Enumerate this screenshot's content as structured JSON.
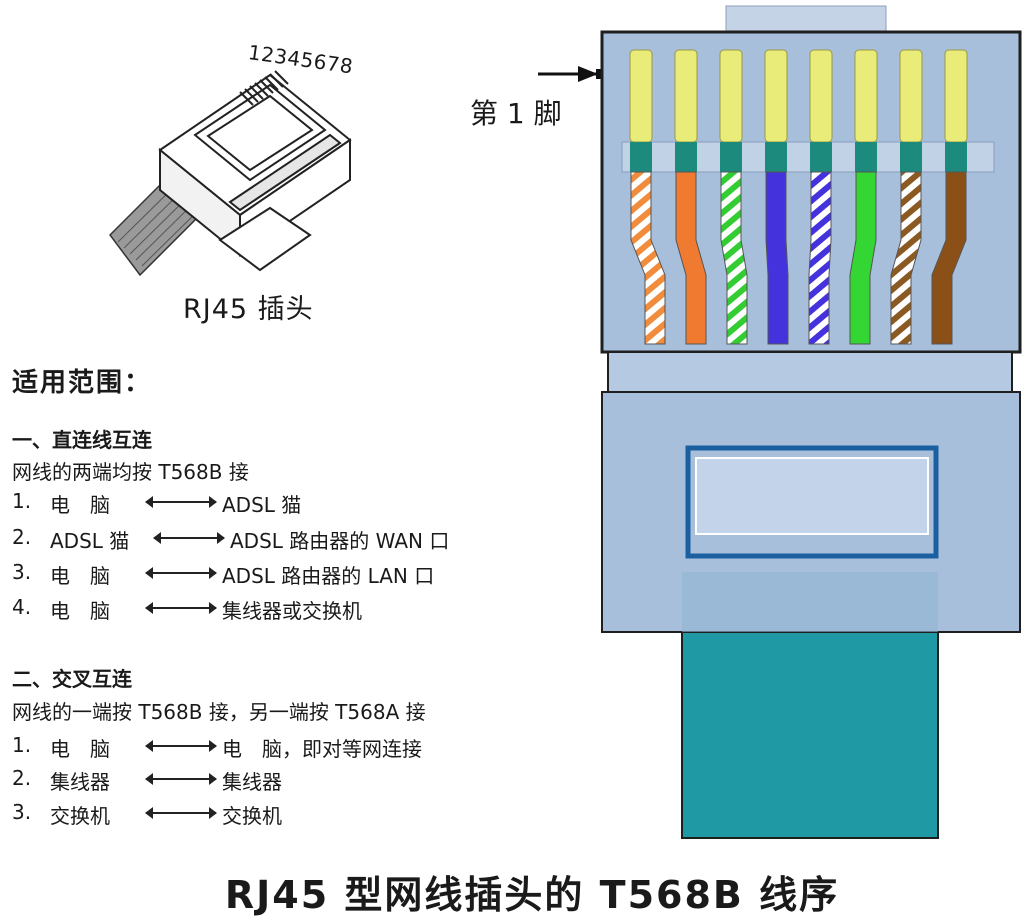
{
  "plug": {
    "pin_numbers": "12345678",
    "caption": "RJ45 插头"
  },
  "scope": {
    "heading": "适用范围：",
    "straight": {
      "title": "一、直连线互连",
      "desc": "网线的两端均按 T568B 接",
      "rows": [
        {
          "num": "1.",
          "a": "电　脑",
          "b": "ADSL 猫"
        },
        {
          "num": "2.",
          "a": "ADSL 猫",
          "b": "ADSL 路由器的 WAN 口"
        },
        {
          "num": "3.",
          "a": "电　脑",
          "b": "ADSL 路由器的 LAN 口"
        },
        {
          "num": "4.",
          "a": "电　脑",
          "b": "集线器或交换机"
        }
      ]
    },
    "cross": {
      "title": "二、交叉互连",
      "desc": "网线的一端按 T568B 接，另一端按 T568A 接",
      "rows": [
        {
          "num": "1.",
          "a": "电　脑",
          "b": "电　脑，即对等网连接"
        },
        {
          "num": "2.",
          "a": "集线器",
          "b": "集线器"
        },
        {
          "num": "3.",
          "a": "交换机",
          "b": "交换机"
        }
      ]
    }
  },
  "connector": {
    "pin1_label": "第 1 脚",
    "wires": [
      {
        "pattern": "striped",
        "color": "#f08c3c"
      },
      {
        "pattern": "solid",
        "color": "#f07a30"
      },
      {
        "pattern": "striped",
        "color": "#33cc33"
      },
      {
        "pattern": "solid",
        "color": "#4433dd"
      },
      {
        "pattern": "striped",
        "color": "#4433dd"
      },
      {
        "pattern": "solid",
        "color": "#33d633"
      },
      {
        "pattern": "striped",
        "color": "#8a5a22"
      },
      {
        "pattern": "solid",
        "color": "#8a5018"
      }
    ],
    "colors": {
      "body": "#a8bfdc",
      "body_edge": "#1f1f1f",
      "pin": "#eaec7a",
      "collar": "#1d8a7e",
      "boot": "#1f9aa4"
    }
  },
  "title": "RJ45 型网线插头的 T568B 线序"
}
